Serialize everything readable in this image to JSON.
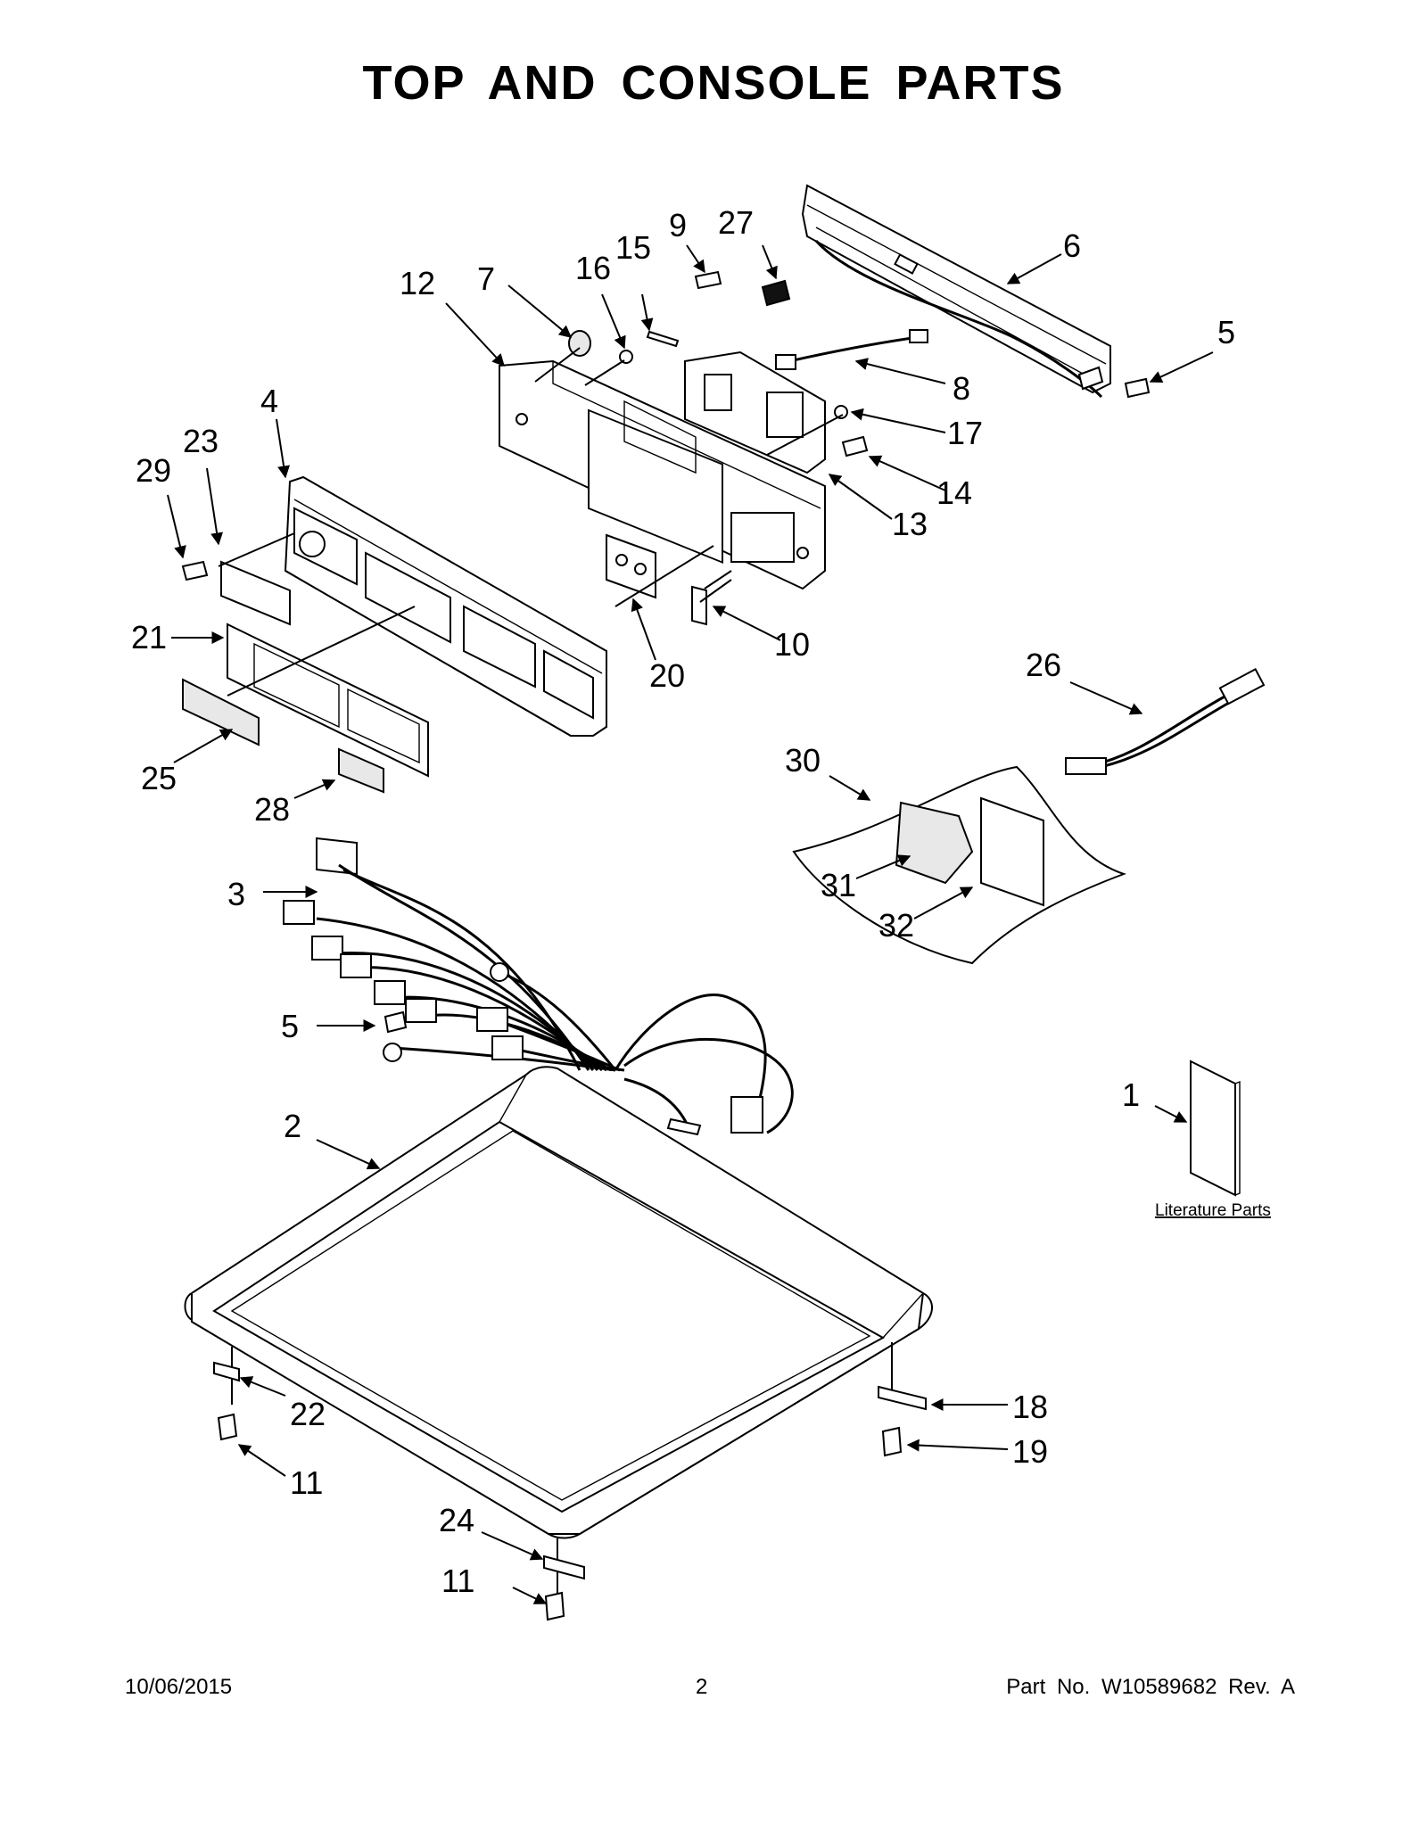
{
  "title": "TOP AND CONSOLE PARTS",
  "footer": {
    "date": "10/06/2015",
    "page": "2",
    "part_no": "Part No.  W10589682  Rev.  A"
  },
  "literature_label": "Literature Parts",
  "callouts": [
    "1",
    "2",
    "3",
    "4",
    "5",
    "5",
    "6",
    "7",
    "8",
    "9",
    "10",
    "11",
    "11",
    "12",
    "13",
    "14",
    "15",
    "16",
    "17",
    "18",
    "19",
    "20",
    "21",
    "22",
    "23",
    "24",
    "25",
    "26",
    "27",
    "28",
    "29",
    "30",
    "31",
    "32"
  ]
}
